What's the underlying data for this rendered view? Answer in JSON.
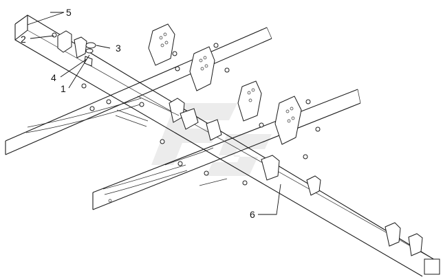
{
  "callouts": [
    {
      "id": "5",
      "label": "5"
    },
    {
      "id": "2",
      "label": "2"
    },
    {
      "id": "3",
      "label": "3"
    },
    {
      "id": "4",
      "label": "4"
    },
    {
      "id": "1",
      "label": "1"
    },
    {
      "id": "6",
      "label": "6"
    }
  ],
  "colors": {
    "ink": "#1a1a1a",
    "watermark": "#dcdcdc",
    "background": "#ffffff"
  }
}
